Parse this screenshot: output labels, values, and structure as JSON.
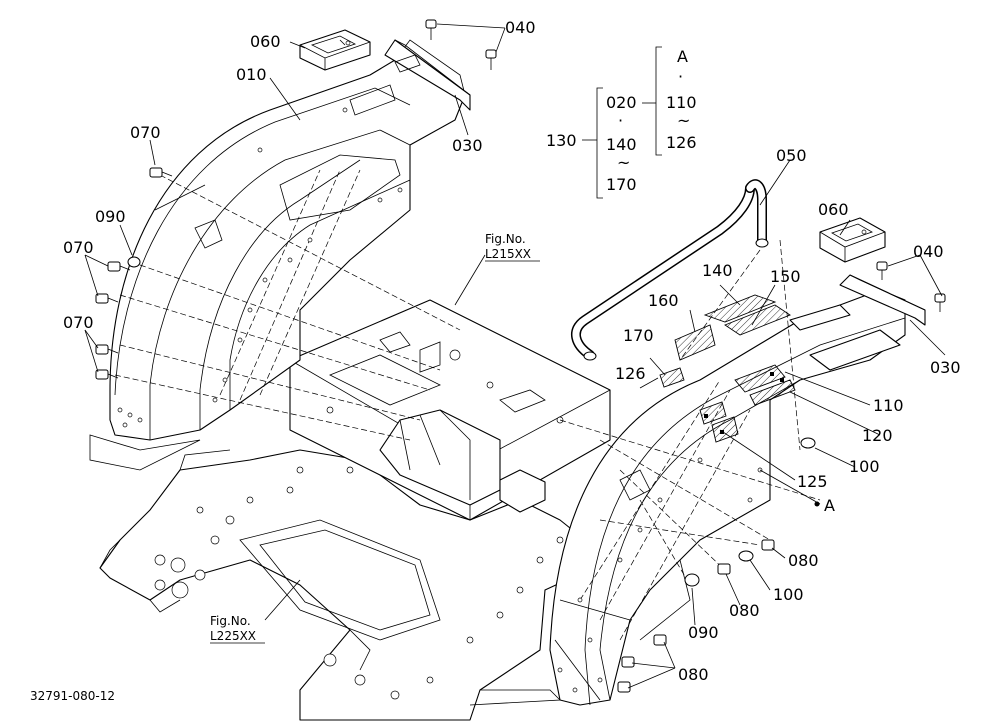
{
  "drawing_number": "32791-080-12",
  "figure_refs": [
    {
      "line1": "Fig.No.",
      "line2": "L215XX"
    },
    {
      "line1": "Fig.No.",
      "line2": "L225XX"
    }
  ],
  "callouts": {
    "p010": "010",
    "p030a": "030",
    "p030b": "030",
    "p040a": "040",
    "p040b": "040",
    "p050": "050",
    "p060a": "060",
    "p060b": "060",
    "p070a": "070",
    "p070b": "070",
    "p070c": "070",
    "p080a": "080",
    "p080b": "080",
    "p080c": "080",
    "p090a": "090",
    "p090b": "090",
    "p100a": "100",
    "p100b": "100",
    "p110": "110",
    "p120": "120",
    "p125": "125",
    "p126": "126",
    "p140": "140",
    "p150": "150",
    "p160": "160",
    "p170": "170",
    "pA": "A"
  },
  "set_legend": {
    "set_number": "130",
    "left_group": [
      "020",
      "·",
      "140",
      "~",
      "170"
    ],
    "right_group": [
      "A",
      "·",
      "110",
      "~",
      "126"
    ]
  }
}
